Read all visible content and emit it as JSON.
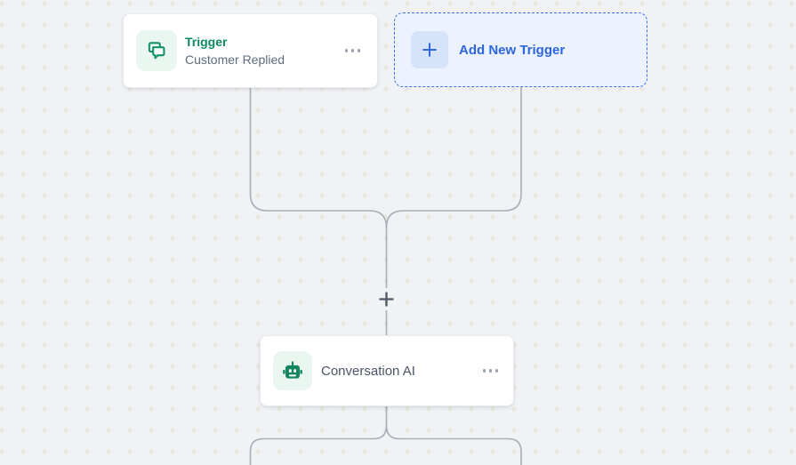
{
  "canvas": {
    "background_color": "#f0f2f5",
    "dot_color": "#e7e8e3",
    "connector_line_color": "#a8aeb8"
  },
  "trigger_card": {
    "title": "Trigger",
    "subtitle": "Customer Replied",
    "icon": "chat-bubbles-icon",
    "menu_icon": "ellipsis-menu-icon",
    "title_color": "#0e8a61",
    "icon_bg_color": "#e9f7f0"
  },
  "add_trigger_button": {
    "label": "Add New Trigger",
    "icon": "plus-icon",
    "text_color": "#2e66dd",
    "background_color": "#ecf3fe",
    "border_color": "#3e6fe2"
  },
  "connector": {
    "add_action_icon": "plus-icon",
    "plus_color": "#4d5765"
  },
  "action_card": {
    "label": "Conversation AI",
    "icon": "robot-icon",
    "menu_icon": "ellipsis-menu-icon",
    "icon_color": "#13855f",
    "icon_bg_color": "#e9f7f0"
  }
}
